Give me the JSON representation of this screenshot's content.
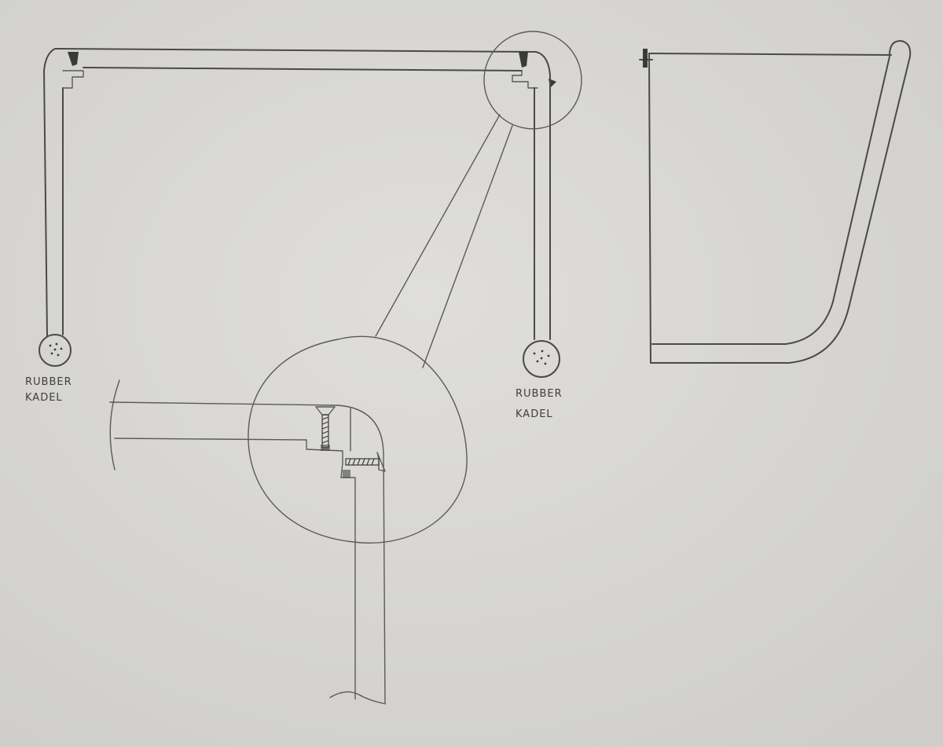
{
  "labels": {
    "left_line1": "RUBBER",
    "left_line2": "KADEL",
    "right_line1": "RUBBER",
    "right_line2": "KADEL"
  },
  "colors": {
    "paper": "#d9d8d4",
    "pencil": "#4a4a48"
  }
}
